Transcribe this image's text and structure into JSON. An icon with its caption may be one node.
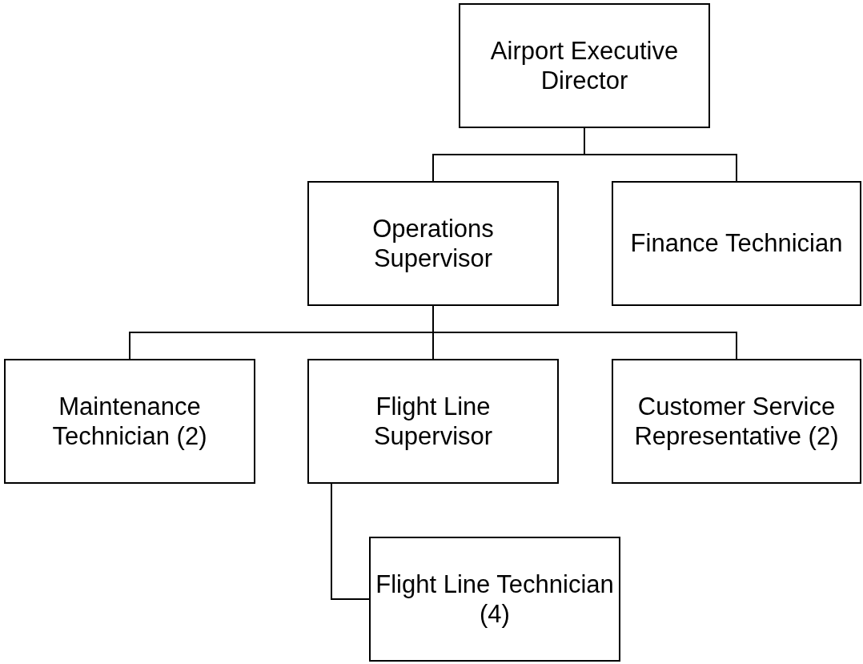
{
  "diagram": {
    "nodes": [
      {
        "text": [
          "Airport Executive Director"
        ]
      },
      {
        "text": [
          "Operations Supervisor"
        ]
      },
      {
        "text": [
          "Finance Technician"
        ]
      },
      {
        "text": [
          "Maintenance Technician (2)"
        ]
      },
      {
        "text": [
          "Flight Line Supervisor"
        ]
      },
      {
        "text": [
          "Customer Service Representative (2)"
        ]
      },
      {
        "text": [
          "Flight Line Technician (4)"
        ]
      }
    ],
    "edges": [
      {
        "from": 0,
        "to": 1,
        "arrow": "none"
      },
      {
        "from": 0,
        "to": 2,
        "arrow": "none"
      },
      {
        "from": 1,
        "to": 3,
        "arrow": "none"
      },
      {
        "from": 1,
        "to": 4,
        "arrow": "none"
      },
      {
        "from": 1,
        "to": 5,
        "arrow": "none"
      },
      {
        "from": 4,
        "to": 6,
        "arrow": "none"
      }
    ]
  }
}
